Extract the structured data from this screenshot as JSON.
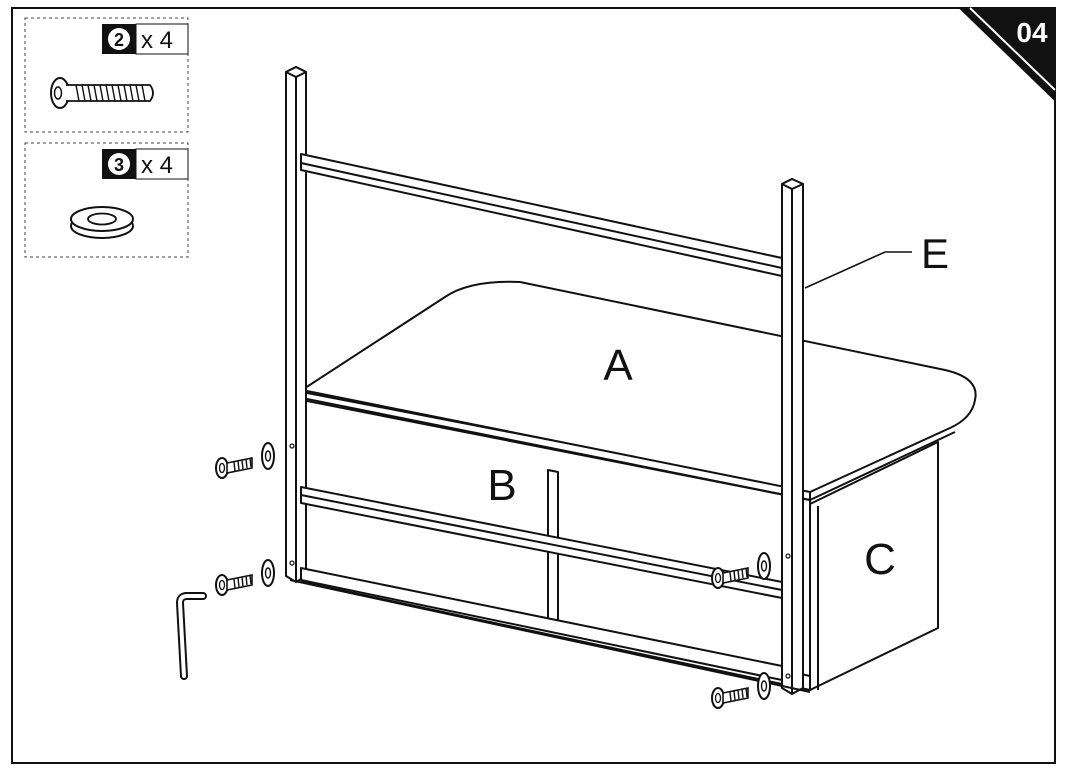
{
  "step": {
    "number": "04"
  },
  "parts_list": [
    {
      "id": "screw",
      "circled_number": "2",
      "quantity": "x 4",
      "icon": "bolt-icon"
    },
    {
      "id": "washer",
      "circled_number": "3",
      "quantity": "x 4",
      "icon": "washer-icon"
    }
  ],
  "panel_labels": {
    "top": "A",
    "front": "B",
    "side": "C",
    "frame": "E"
  },
  "colors": {
    "line": "#111111",
    "fill": "#ffffff",
    "badge": "#1a1a1a"
  }
}
